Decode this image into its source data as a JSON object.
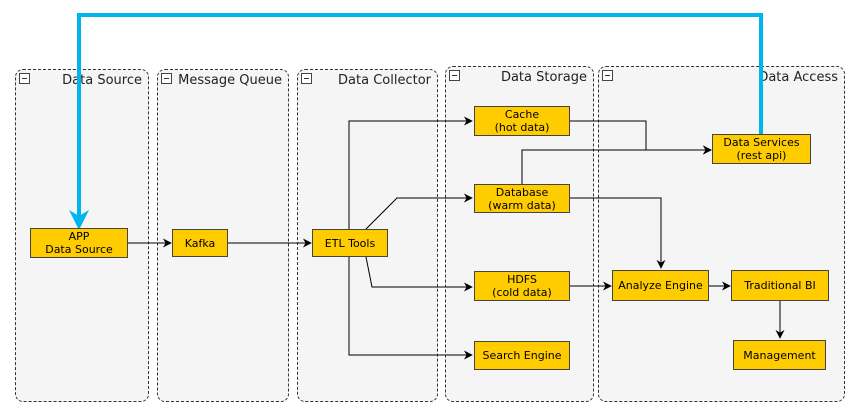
{
  "colors": {
    "node_fill": "#ffcc00",
    "lane_fill": "#f5f5f5",
    "edge": "#000000",
    "highlight_edge": "#00b4ee"
  },
  "lanes": {
    "data_source": "Data Source",
    "message_queue": "Message Queue",
    "data_collector": "Data Collector",
    "data_storage": "Data Storage",
    "data_access": "Data Access"
  },
  "nodes": {
    "app": "APP\nData Source",
    "kafka": "Kafka",
    "etl": "ETL Tools",
    "cache": "Cache\n(hot data)",
    "database": "Database\n(warm data)",
    "hdfs": "HDFS\n(cold data)",
    "search": "Search Engine",
    "services": "Data Services\n(rest api)",
    "analyze": "Analyze Engine",
    "bi": "Traditional BI",
    "management": "Management"
  },
  "edges": [
    {
      "from": "APP Data Source",
      "to": "Kafka"
    },
    {
      "from": "Kafka",
      "to": "ETL Tools"
    },
    {
      "from": "ETL Tools",
      "to": "Cache (hot data)"
    },
    {
      "from": "ETL Tools",
      "to": "Database (warm data)"
    },
    {
      "from": "ETL Tools",
      "to": "HDFS (cold data)"
    },
    {
      "from": "ETL Tools",
      "to": "Search Engine"
    },
    {
      "from": "Cache (hot data)",
      "to": "Data Services (rest api)"
    },
    {
      "from": "Database (warm data)",
      "to": "Data Services (rest api)"
    },
    {
      "from": "Database (warm data)",
      "to": "Analyze Engine"
    },
    {
      "from": "HDFS (cold data)",
      "to": "Analyze Engine"
    },
    {
      "from": "Analyze Engine",
      "to": "Traditional BI"
    },
    {
      "from": "Traditional BI",
      "to": "Management"
    },
    {
      "from": "Data Services (rest api)",
      "to": "APP Data Source",
      "highlight": true
    }
  ]
}
